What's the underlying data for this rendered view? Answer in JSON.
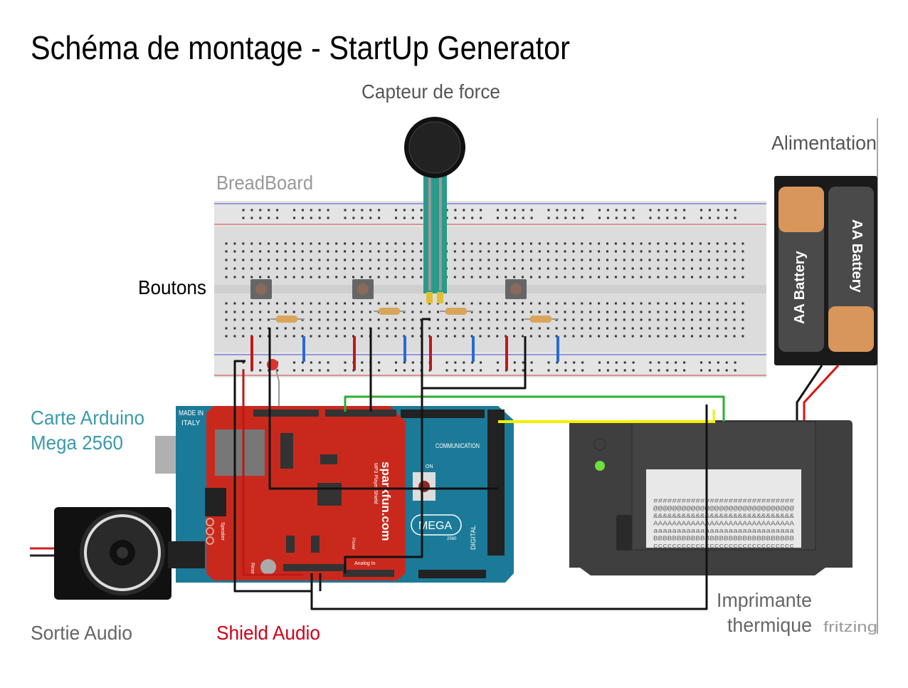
{
  "title": "Schéma de montage - StartUp Generator",
  "labels": {
    "force_sensor": "Capteur de force",
    "power": "Alimentation",
    "breadboard": "BreadBoard",
    "buttons": "Boutons",
    "arduino_line1": "Carte Arduino",
    "arduino_line2": "Mega 2560",
    "audio_out": "Sortie Audio",
    "audio_shield": "Shield Audio",
    "printer_line1": "Imprimante",
    "printer_line2": "thermique"
  },
  "watermark": "fritzing",
  "battery_labels": [
    "AA Battery",
    "AA Battery"
  ],
  "board_text": {
    "made_in": "MADE IN",
    "italy": "ITALY",
    "mega": "MEGA",
    "mega_sub": "2560",
    "digital": "DIGITAL",
    "communication": "COMMUNICATION",
    "on": "ON",
    "sparkfun": "sparkfun.com",
    "shield_name": "MP3 Player Shield",
    "analog_in": "Analog In",
    "speaker": "Speaker",
    "reset": "Reset",
    "power": "Power"
  },
  "printer_paper_lines": [
    "##############################",
    "@@@@@@@@@@@@@@@@@@@@@@@@@@@@@@",
    "&&&&&&&&&&&&&&&&&&&&&&&&&&&&&&",
    "AAAAAAAAAAAAAAAAAAAAAAAAAAAAAA",
    "aaaaaaaaaaaaaaaaaaaaaaaaaaaaaa",
    "BBBBBBBBBBBBBBBBBBBBBBBBBBBBBB",
    "cccccccccccccccccccccccccccccc"
  ],
  "colors": {
    "title": "#000000",
    "label_gray": "#555555",
    "arduino_label": "#3a9aaa",
    "shield_label": "#d0021b",
    "arduino_board": "#1b7a98",
    "shield_board": "#c9291d",
    "printer": "#3f3f3f",
    "breadboard": "#dcdcdc"
  }
}
